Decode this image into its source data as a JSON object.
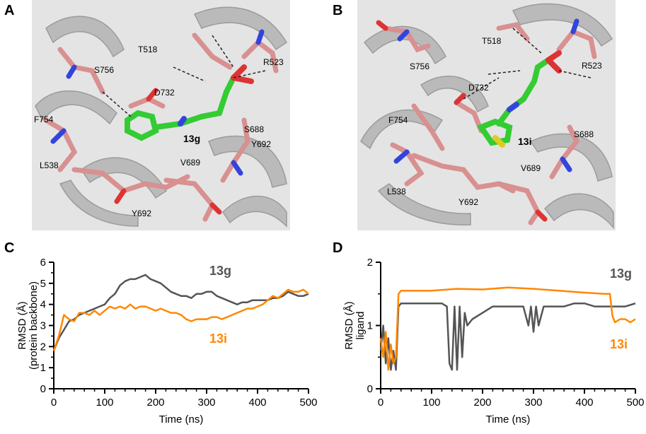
{
  "panels": {
    "A": {
      "letter": "A",
      "ligand": "13g",
      "residues": [
        "T518",
        "R523",
        "S756",
        "D732",
        "F754",
        "S688",
        "Y692",
        "V689",
        "L538",
        "Y692"
      ]
    },
    "B": {
      "letter": "B",
      "ligand": "13i",
      "residues": [
        "T518",
        "R523",
        "S756",
        "D732",
        "F754",
        "S688",
        "V689",
        "L538",
        "Y692"
      ]
    }
  },
  "chart_data": [
    {
      "panel": "C",
      "type": "line",
      "xlabel": "Time (ns)",
      "ylabel": "RMSD  (Å)",
      "ylabel2": "(protein backbone)",
      "xlim": [
        0,
        500
      ],
      "ylim": [
        0,
        6
      ],
      "xticks": [
        0,
        100,
        200,
        300,
        400,
        500
      ],
      "yticks": [
        0,
        1,
        2,
        3,
        4,
        5,
        6
      ],
      "colors": {
        "13g": "#555555",
        "13i": "#ff8800"
      },
      "series": [
        {
          "name": "13g",
          "x": [
            0,
            10,
            20,
            30,
            40,
            50,
            60,
            70,
            80,
            90,
            100,
            110,
            120,
            130,
            140,
            150,
            160,
            170,
            180,
            190,
            200,
            210,
            220,
            230,
            240,
            250,
            260,
            270,
            280,
            290,
            300,
            310,
            320,
            330,
            340,
            350,
            360,
            370,
            380,
            390,
            400,
            410,
            420,
            430,
            440,
            450,
            460,
            470,
            480,
            490,
            500
          ],
          "values": [
            1.8,
            2.4,
            2.8,
            3.2,
            3.3,
            3.5,
            3.6,
            3.7,
            3.8,
            3.9,
            4.0,
            4.3,
            4.5,
            4.9,
            5.1,
            5.2,
            5.2,
            5.3,
            5.4,
            5.2,
            5.1,
            5.0,
            4.8,
            4.6,
            4.5,
            4.4,
            4.4,
            4.3,
            4.5,
            4.5,
            4.6,
            4.6,
            4.4,
            4.3,
            4.2,
            4.1,
            4.0,
            4.1,
            4.1,
            4.2,
            4.2,
            4.2,
            4.2,
            4.3,
            4.3,
            4.4,
            4.6,
            4.5,
            4.4,
            4.4,
            4.5
          ]
        },
        {
          "name": "13i",
          "x": [
            0,
            10,
            20,
            30,
            40,
            50,
            60,
            70,
            80,
            90,
            100,
            110,
            120,
            130,
            140,
            150,
            160,
            170,
            180,
            190,
            200,
            210,
            220,
            230,
            240,
            250,
            260,
            270,
            280,
            290,
            300,
            310,
            320,
            330,
            340,
            350,
            360,
            370,
            380,
            390,
            400,
            410,
            420,
            430,
            440,
            450,
            460,
            470,
            480,
            490,
            500
          ],
          "values": [
            1.8,
            2.5,
            3.5,
            3.3,
            3.2,
            3.6,
            3.6,
            3.5,
            3.7,
            3.5,
            3.7,
            3.9,
            3.8,
            3.9,
            3.8,
            4.0,
            3.8,
            3.9,
            3.9,
            3.8,
            3.7,
            3.8,
            3.7,
            3.6,
            3.6,
            3.5,
            3.3,
            3.2,
            3.3,
            3.3,
            3.3,
            3.4,
            3.4,
            3.3,
            3.4,
            3.5,
            3.6,
            3.7,
            3.8,
            3.8,
            3.9,
            4.0,
            4.2,
            4.4,
            4.3,
            4.5,
            4.7,
            4.6,
            4.6,
            4.7,
            4.5
          ]
        }
      ]
    },
    {
      "panel": "D",
      "type": "line",
      "xlabel": "Time (ns)",
      "ylabel": "RMSD  (Å)",
      "ylabel2": "ligand",
      "xlim": [
        0,
        500
      ],
      "ylim": [
        0,
        2
      ],
      "xticks": [
        0,
        100,
        200,
        300,
        400,
        500
      ],
      "yticks": [
        0,
        1,
        2
      ],
      "colors": {
        "13g": "#555555",
        "13i": "#ff8800"
      },
      "series": [
        {
          "name": "13g",
          "x": [
            0,
            5,
            10,
            15,
            20,
            25,
            30,
            35,
            40,
            60,
            80,
            100,
            120,
            130,
            135,
            140,
            145,
            150,
            155,
            160,
            165,
            170,
            180,
            200,
            220,
            240,
            260,
            280,
            290,
            295,
            300,
            305,
            310,
            320,
            340,
            360,
            380,
            400,
            420,
            440,
            460,
            480,
            500
          ],
          "values": [
            0.6,
            1.0,
            0.4,
            0.8,
            0.3,
            0.6,
            0.3,
            1.3,
            1.35,
            1.35,
            1.35,
            1.35,
            1.35,
            1.3,
            0.4,
            0.3,
            1.3,
            0.3,
            1.3,
            0.5,
            1.2,
            1.0,
            1.1,
            1.2,
            1.3,
            1.3,
            1.3,
            1.3,
            1.0,
            1.3,
            0.9,
            1.3,
            1.0,
            1.3,
            1.3,
            1.3,
            1.35,
            1.35,
            1.3,
            1.3,
            1.3,
            1.3,
            1.35
          ]
        },
        {
          "name": "13i",
          "x": [
            0,
            5,
            10,
            15,
            20,
            25,
            30,
            35,
            40,
            60,
            80,
            100,
            150,
            200,
            250,
            300,
            350,
            400,
            440,
            450,
            455,
            460,
            470,
            480,
            490,
            500
          ],
          "values": [
            0.8,
            0.5,
            0.9,
            0.3,
            0.7,
            0.4,
            0.5,
            1.5,
            1.55,
            1.55,
            1.55,
            1.55,
            1.58,
            1.57,
            1.6,
            1.58,
            1.55,
            1.52,
            1.5,
            1.5,
            1.15,
            1.05,
            1.1,
            1.1,
            1.05,
            1.1
          ]
        }
      ]
    }
  ]
}
